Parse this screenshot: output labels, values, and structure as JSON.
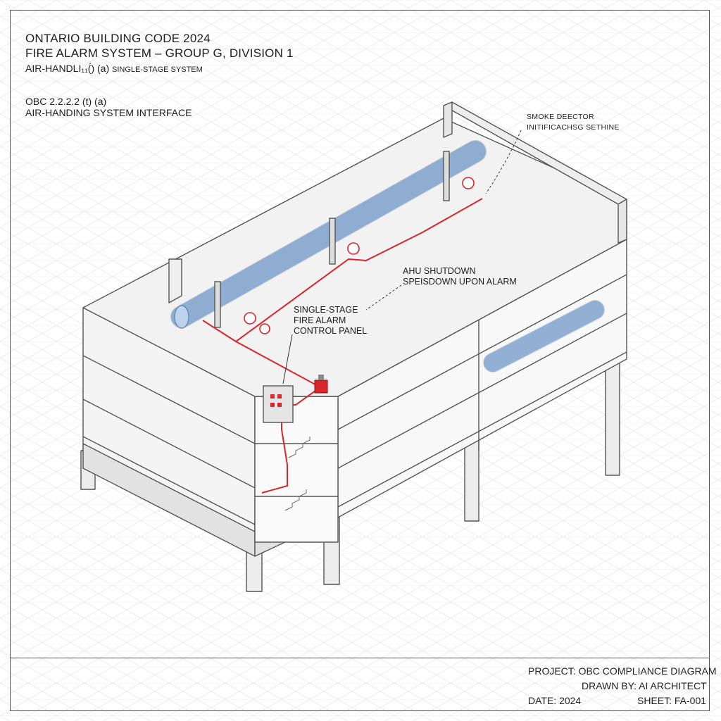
{
  "header": {
    "title_line1": "ONTARIO BUILDING CODE 2024",
    "title_line2": "FIRE ALARM SYSTEM – GROUP G, DIVISION 1",
    "subtitle_main": "AIR-HANDLI₁₁(́) (a)",
    "subtitle_small": "SINGLE-STAGE SYSTEM"
  },
  "reference": {
    "clause": "OBC 2.2.2.2 (t) (a)",
    "description": "AIR-HANDING SYSTEM INTERFACE"
  },
  "callouts": {
    "smoke_detector_line1": "SMOKE DEECTOR",
    "smoke_detector_line2": "INITIFICACHSG SETHINE",
    "ahu_shutdown_line1": "AHU SHUTDOWN",
    "ahu_shutdown_line2": "SPEISDOWN UPON ALARM",
    "panel_line1": "SINGLE-STAGE",
    "panel_line2": "FIRE ALARM",
    "panel_line3": "CONTROL PANEL"
  },
  "title_block": {
    "project": "PROJECT: OBC COMPLIANCE DIAGRAM",
    "drawn_by": "DRAWN BY: AI ARCHITECT",
    "date": "DATE: 2024",
    "sheet": "SHEET: FA-001"
  },
  "colors": {
    "wiring": "#d8262b",
    "duct": "#a9c6e6",
    "duct_stroke": "#5f7fa8",
    "structure": "#f1f1f1",
    "structure_stroke": "#555555",
    "grid": "#e6e6e6"
  }
}
